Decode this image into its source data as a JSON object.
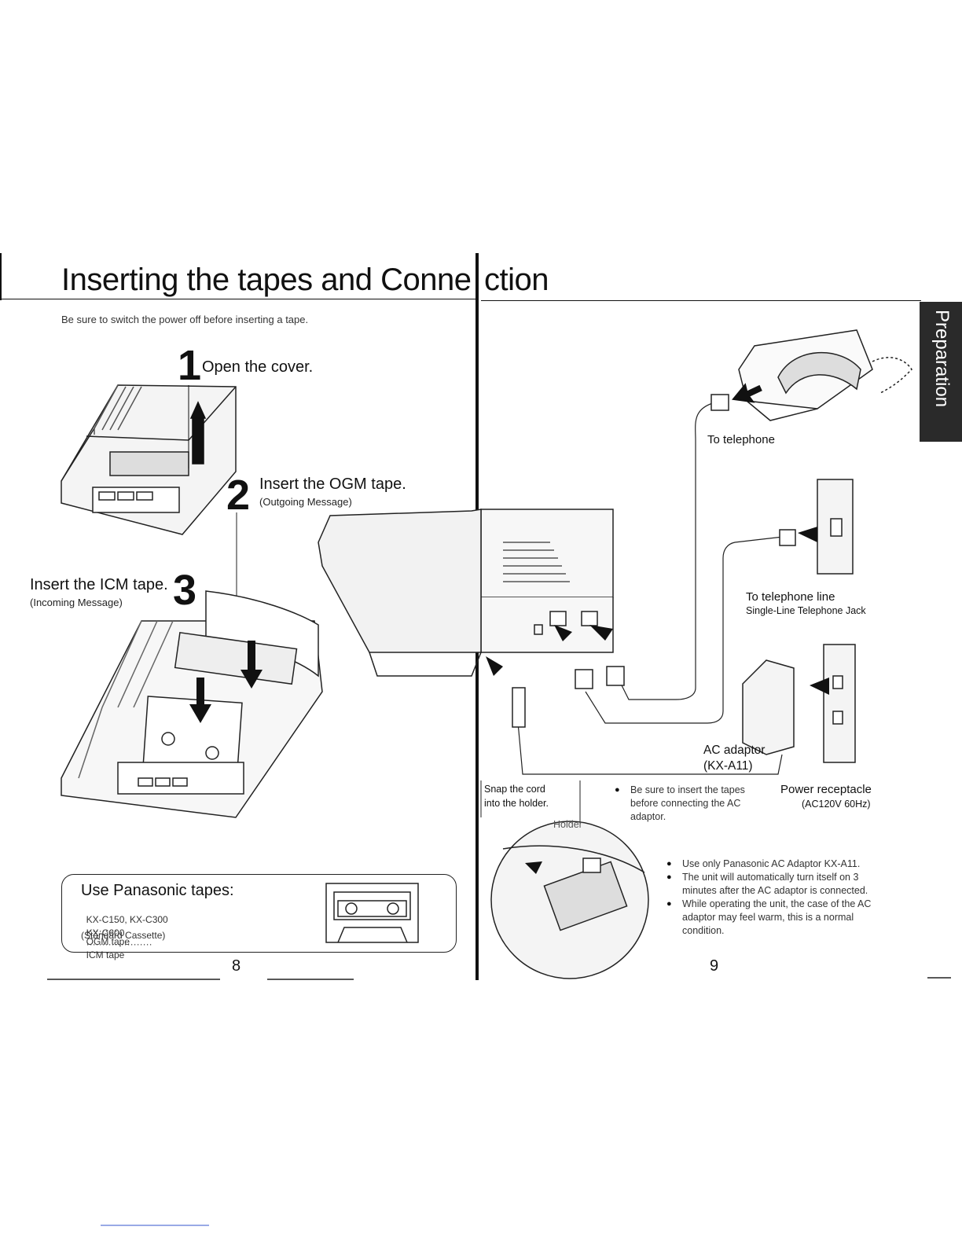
{
  "header": {
    "title_left": "Inserting the tapes and Conne",
    "title_right": "ction"
  },
  "intro": "Be sure to switch the power off before inserting a tape.",
  "steps": [
    {
      "num": "1",
      "text": "Open the cover.",
      "sub": ""
    },
    {
      "num": "2",
      "text": "Insert the OGM tape.",
      "sub": "(Outgoing Message)"
    },
    {
      "num": "3",
      "text": "Insert the ICM tape.",
      "sub": "(Incoming Message)"
    }
  ],
  "tapes": {
    "heading": "Use Panasonic tapes:",
    "rows": [
      {
        "model": "KX-C150, KX-C300",
        "dots": "··········",
        "use": "OGM tape"
      },
      {
        "model": "KX-C600",
        "dots": "·····················",
        "use": "ICM tape"
      }
    ],
    "note": "(Standard Cassette)"
  },
  "side_tab": "Preparation",
  "connection": {
    "to_telephone": "To telephone",
    "to_line": "To telephone line",
    "jack": "Single-Line Telephone Jack",
    "ac_adaptor": "AC adaptor",
    "ac_model": "(KX-A11)",
    "power": "Power receptacle",
    "power_spec": "(AC120V 60Hz)",
    "snap_1": "Snap the cord",
    "snap_2": "into the holder.",
    "holder": "Holder",
    "note_main": "Be sure to insert the tapes before connecting the AC adaptor."
  },
  "notes": [
    "Use only Panasonic AC Adaptor KX-A11.",
    "The unit will automatically turn itself on 3 minutes after the AC adaptor is connected.",
    "While operating the unit, the case of the AC adaptor may feel warm, this is a normal condition."
  ],
  "pages": {
    "left": "8",
    "right": "9"
  }
}
